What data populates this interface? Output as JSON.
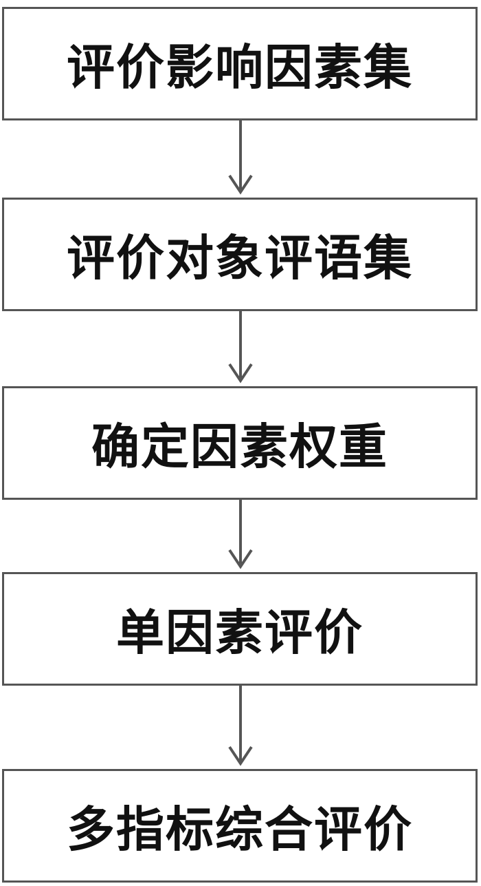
{
  "flowchart": {
    "steps": [
      {
        "label": "评价影响因素集"
      },
      {
        "label": "评价对象评语集"
      },
      {
        "label": "确定因素权重"
      },
      {
        "label": "单因素评价"
      },
      {
        "label": "多指标综合评价"
      }
    ],
    "colors": {
      "border": "#555555",
      "arrow": "#555555",
      "text": "#111111",
      "background": "#ffffff"
    }
  }
}
